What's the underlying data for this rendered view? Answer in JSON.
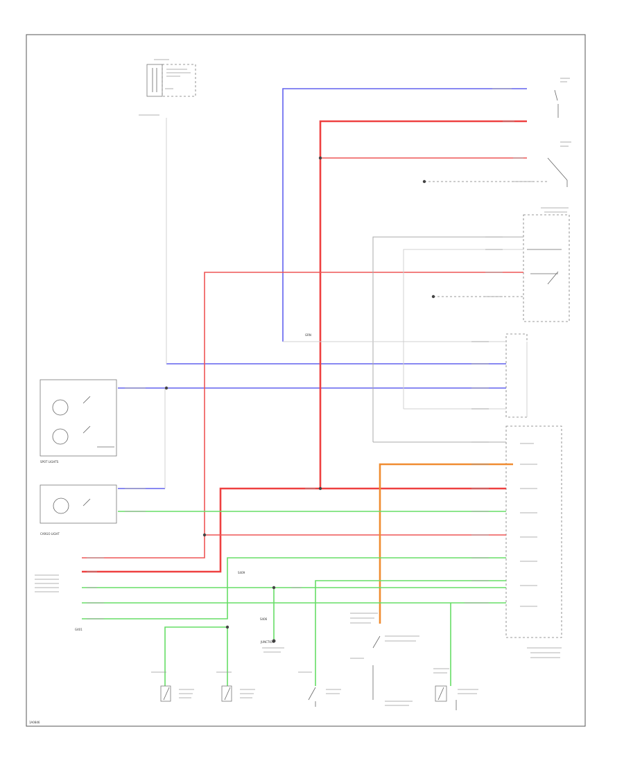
{
  "diagram": {
    "page_number": "1A0846",
    "labels": {
      "dome_lights": "SPOT LIGHTS",
      "cargo_light": "CARGO LIGHT",
      "ground_point": "G401",
      "splice_a": "S409",
      "splice_b": "S406",
      "junction_label": "JUNCTION",
      "wire_label": "GRN"
    }
  }
}
